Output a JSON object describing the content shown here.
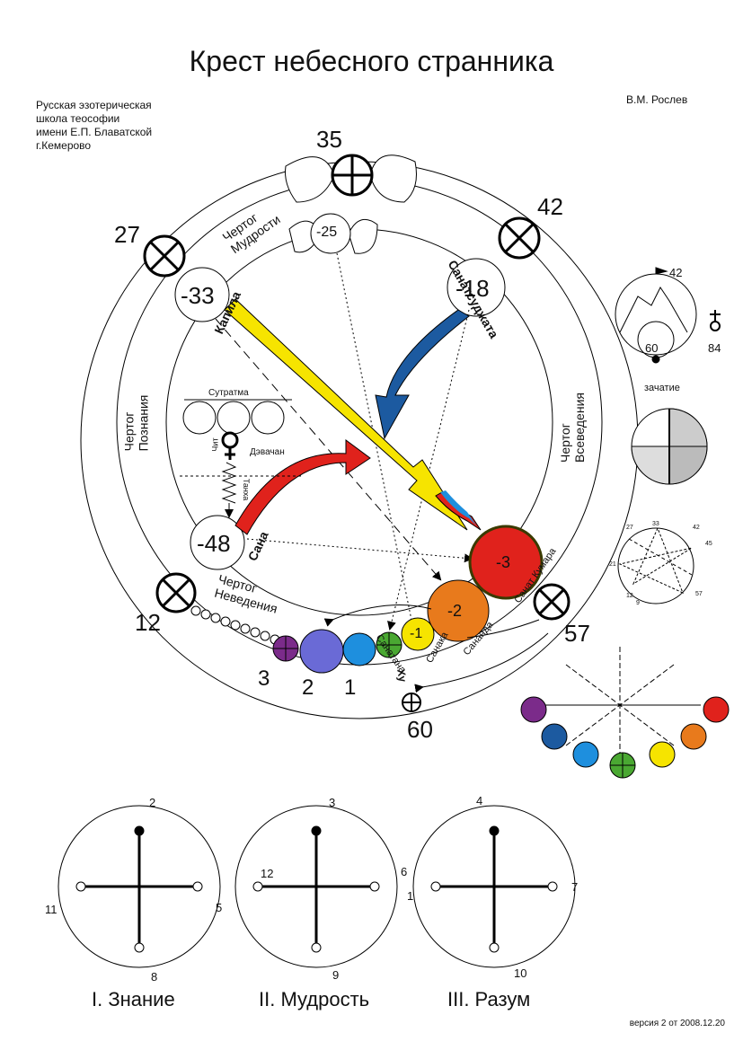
{
  "title": "Крест небесного странника",
  "org_lines": [
    "Русская эзотерическая",
    "школа теософии",
    "имени Е.П. Блаватской",
    "г.Кемерово"
  ],
  "author": "В.М. Рослев",
  "version": "версия 2 от 2008.12.20",
  "cross_numbers": {
    "n35": "35",
    "n42": "42",
    "n27": "27",
    "n12": "12",
    "n57": "57",
    "n60": "60"
  },
  "inner_numbers": {
    "m25": "-25",
    "m33": "-33",
    "m18": "-18",
    "m48": "-48",
    "m3": "-3",
    "m2": "-2",
    "m1": "-1"
  },
  "halls": {
    "wisdom": [
      "Чертог",
      "Мудрости"
    ],
    "knowledge": [
      "Чертог",
      "Познания"
    ],
    "initiation": [
      "Чертог",
      "Всеведения"
    ],
    "ignorance": [
      "Чертог",
      "Неведения"
    ]
  },
  "names": {
    "kapila": "Капила",
    "sanatsujata": "Санатсуджата",
    "sana": "Сана",
    "sanatkumara": "Санат Кумара",
    "sananda": "Сананда",
    "sanaka": "Санака",
    "sanatana": "Санатана",
    "hu": "Ху"
  },
  "devachan": {
    "sutratma": "Сутратма",
    "chit": "Чит",
    "devachan": "Дэвачан",
    "tanha": "Танха"
  },
  "chain_numbers": {
    "c3": "3",
    "c2": "2",
    "c1": "1"
  },
  "side_panels": {
    "n42": "42",
    "n60": "60",
    "n84": "84",
    "zachatie": "зачатие"
  },
  "mini_chart_labels": [
    "33",
    "27",
    "42",
    "45",
    "21",
    "12",
    "9",
    "57"
  ],
  "bottom": {
    "c1": {
      "label": "I. Знание",
      "nums": [
        "2",
        "11",
        "5",
        "8"
      ]
    },
    "c2": {
      "label": "II. Мудрость",
      "nums": [
        "3",
        "12",
        "6",
        "9"
      ]
    },
    "c3": {
      "label": "III. Разум",
      "nums": [
        "4",
        "1",
        "7",
        "10"
      ]
    }
  },
  "colors": {
    "violet": "#7b2b8a",
    "indigo": "#6a6ad6",
    "blue": "#1e8fde",
    "green": "#4aa832",
    "yellow": "#f6e400",
    "orange": "#e87a1c",
    "red": "#e0221c",
    "darkblue": "#1c5aa0"
  }
}
